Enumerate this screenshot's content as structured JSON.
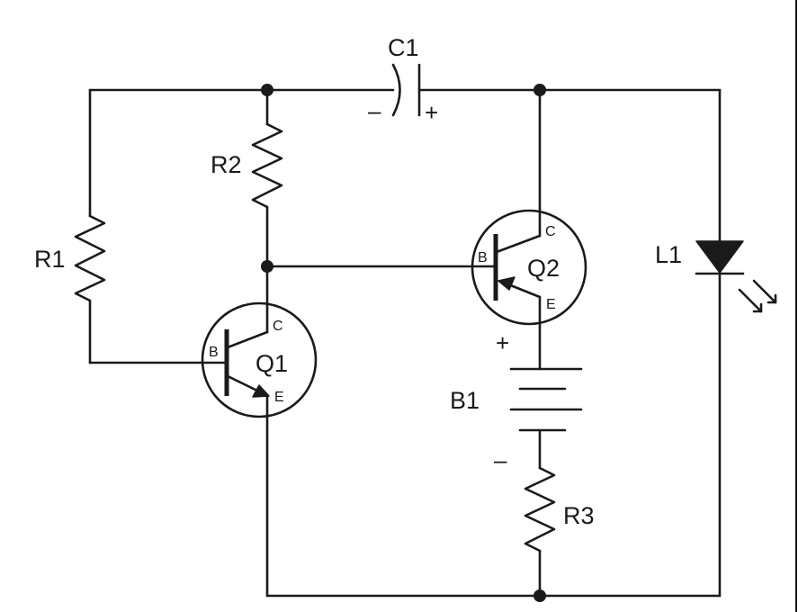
{
  "components": {
    "c1": {
      "label": "C1",
      "minus": "–",
      "plus": "+"
    },
    "r1": {
      "label": "R1"
    },
    "r2": {
      "label": "R2"
    },
    "r3": {
      "label": "R3"
    },
    "l1": {
      "label": "L1"
    },
    "b1": {
      "label": "B1",
      "plus": "+",
      "minus": "–"
    },
    "q1": {
      "label": "Q1",
      "pin_b": "B",
      "pin_c": "C",
      "pin_e": "E"
    },
    "q2": {
      "label": "Q2",
      "pin_b": "B",
      "pin_c": "C",
      "pin_e": "E"
    }
  }
}
